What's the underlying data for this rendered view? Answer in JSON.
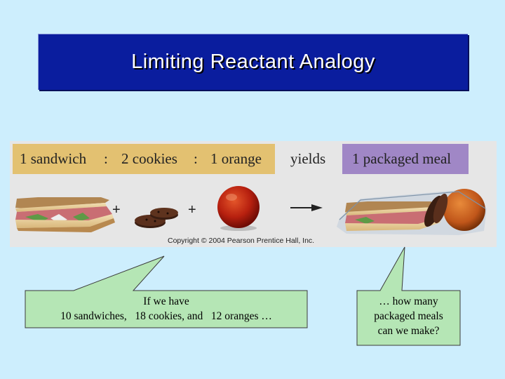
{
  "slide": {
    "title": "Limiting Reactant Analogy"
  },
  "figure": {
    "ratio_items": [
      "1 sandwich",
      ":",
      "2 cookies",
      ":",
      "1 orange"
    ],
    "yields_label": "yields",
    "product_label": "1 packaged meal",
    "copyright": "Copyright © 2004 Pearson Prentice Hall, Inc."
  },
  "callouts": {
    "left": {
      "line1": "If we have",
      "line2": "10 sandwiches,   18 cookies, and   12 oranges …"
    },
    "right": {
      "line1": "… how many",
      "line2": "packaged meals",
      "line3": "can we make?"
    }
  },
  "colors": {
    "background": "#cdeefd",
    "title_box": "#0a1d9e",
    "ingredient_label": "#e3c171",
    "product_label": "#a087c6",
    "callout_fill": "#b5e6b5"
  }
}
